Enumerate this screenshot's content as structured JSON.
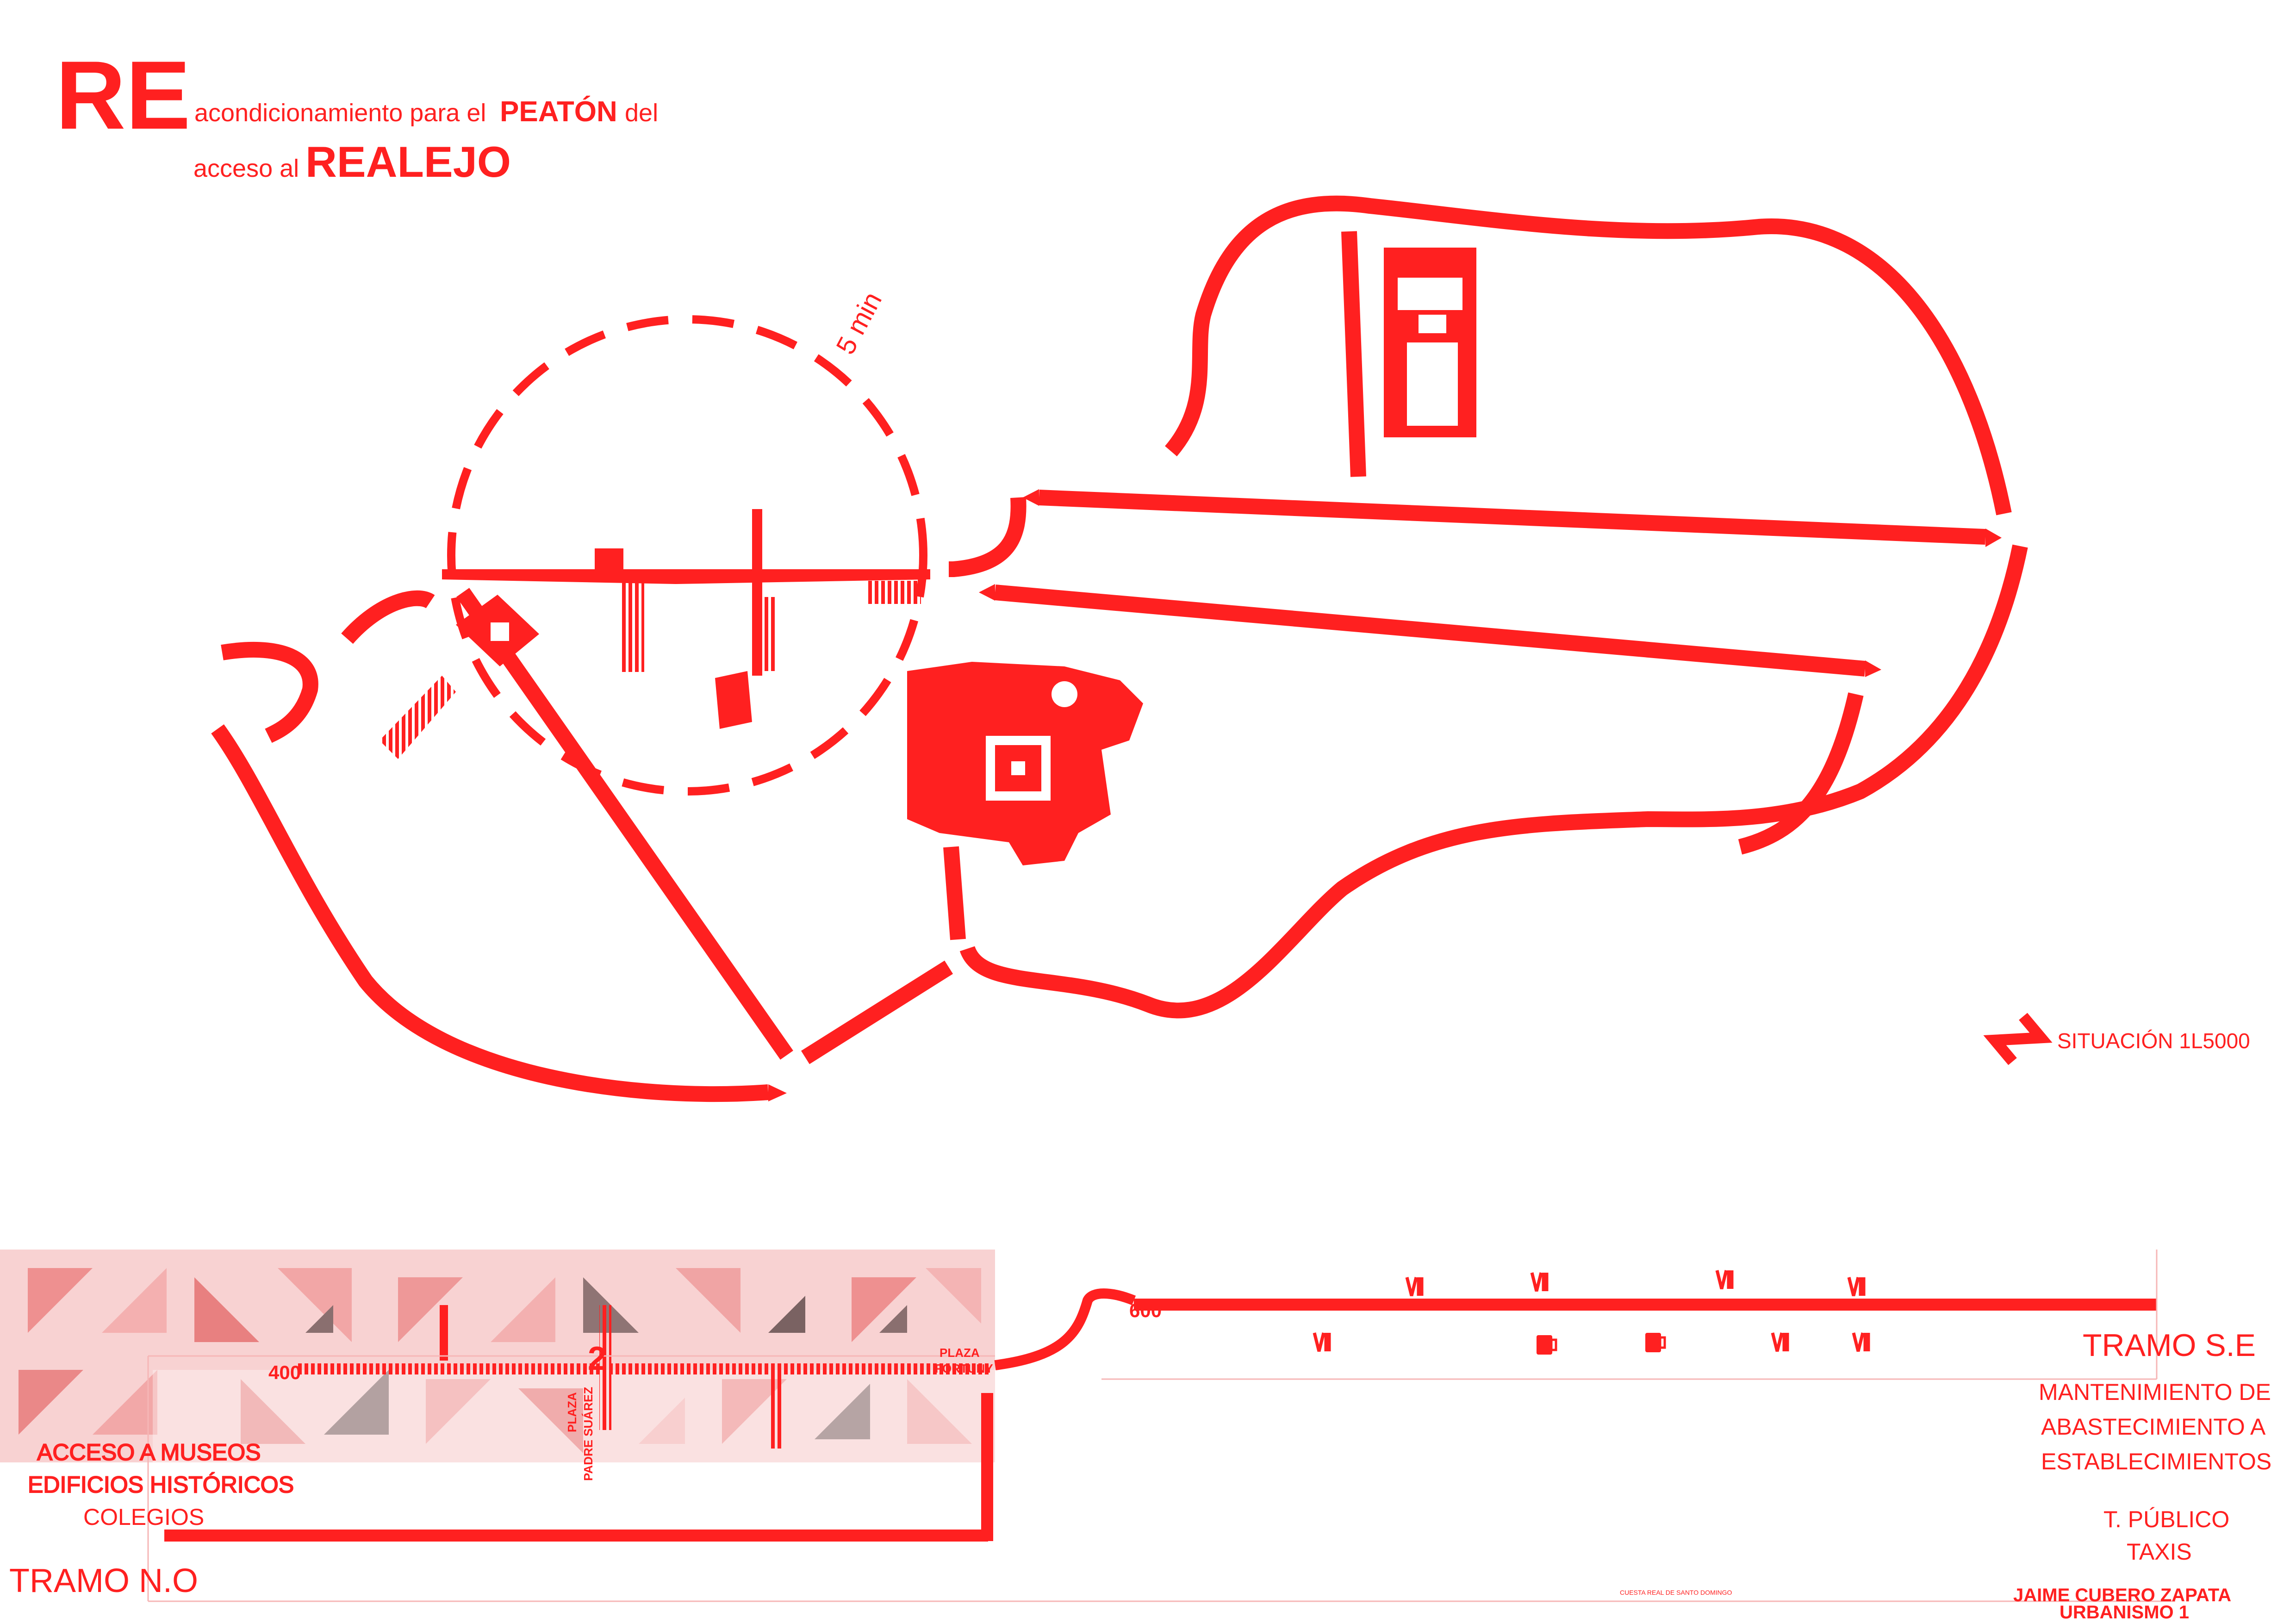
{
  "title": {
    "re": "RE",
    "line1_part1": "acondicionamiento para el ",
    "line1_bold": "PEATÓN",
    "line1_part2": " del",
    "line2_part1": "acceso al ",
    "line2_bold": "REALEJO"
  },
  "map": {
    "walk_radius_label": "5 min",
    "scale_label": "SITUACIÓN  1L5000"
  },
  "strip": {
    "marker_400": "400",
    "marker_600": "600",
    "number_2": "2",
    "plaza_fortuny_1": "PLAZA",
    "plaza_fortuny_2": "FORTUNY",
    "plaza_padre_suarez_1": "PLAZA",
    "plaza_padre_suarez_2": "PADRE SUÁREZ",
    "street_label": "CUESTA REAL DE SANTO DOMINGO"
  },
  "tramo_no": {
    "title": "TRAMO N.O",
    "desc1": "ACCESO A MUSEOS",
    "desc2": "EDIFICIOS HISTÓRICOS",
    "desc3": "COLEGIOS"
  },
  "tramo_se": {
    "title": "TRAMO S.E",
    "desc1": "MANTENIMIENTO DE",
    "desc2": "ABASTECIMIENTO A",
    "desc3": "ESTABLECIMIENTOS",
    "desc4": "T. PÚBLICO",
    "desc5": "TAXIS"
  },
  "author": {
    "name": "JAIME CUBERO ZAPATA",
    "course": "URBANISMO 1"
  },
  "icons": [
    "restaurant-icon",
    "beer-icon",
    "north-arrow-icon"
  ],
  "colors": {
    "accent": "#ff2020",
    "pattern_light": "#f7c8c8",
    "pattern_dark": "#e87a7a",
    "pattern_grey": "#9a7a7a"
  }
}
